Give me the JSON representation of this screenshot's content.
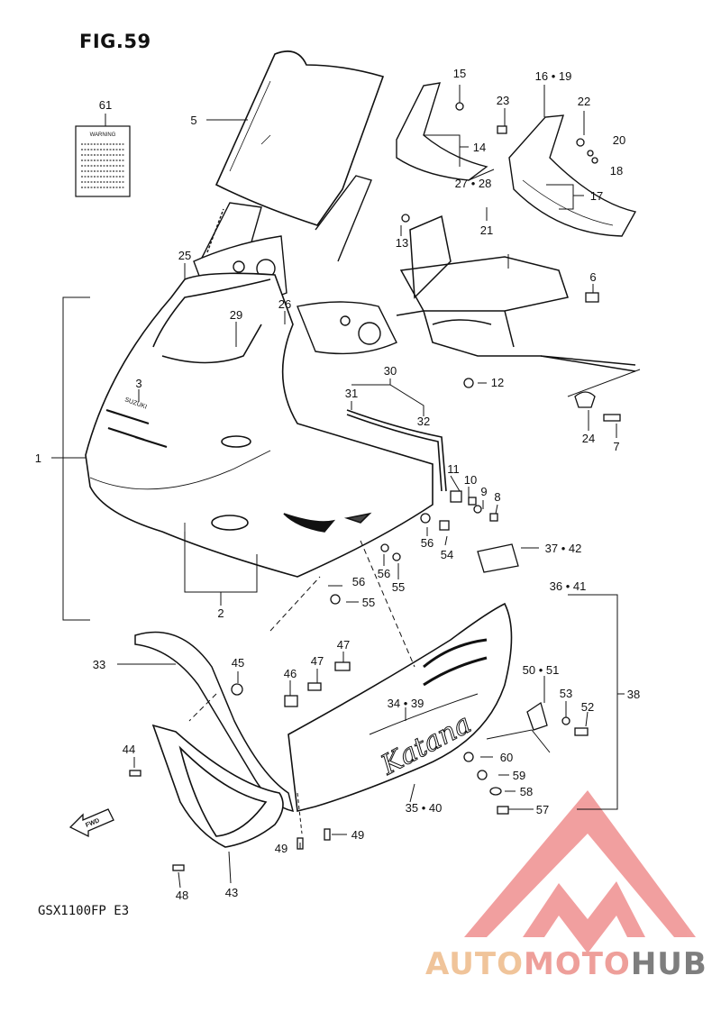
{
  "header": {
    "title": "FIG.59"
  },
  "footer": {
    "model_code": "GSX1100FP  E3"
  },
  "warning_label": {
    "text": "WARNING"
  },
  "part_labels": [
    "1",
    "2",
    "3",
    "5",
    "6",
    "7",
    "8",
    "9",
    "10",
    "11",
    "12",
    "13",
    "14",
    "15",
    "16 • 19",
    "17",
    "18",
    "20",
    "21",
    "22",
    "23",
    "24",
    "25",
    "26",
    "27 • 28",
    "29",
    "30",
    "31",
    "32",
    "33",
    "34 • 39",
    "35 • 40",
    "36 • 41",
    "37 • 42",
    "38",
    "43",
    "44",
    "45",
    "46",
    "47",
    "48",
    "49",
    "50 • 51",
    "52",
    "53",
    "54",
    "55",
    "56",
    "57",
    "58",
    "59",
    "60",
    "61"
  ],
  "fwd_mark": {
    "text": "FWD"
  },
  "cowling_decal": {
    "text": "SUZUKI",
    "script": "Katana"
  },
  "watermark": {
    "part1": "AUTO",
    "part2": "MOTO",
    "part3": "HUB",
    "colors": {
      "auto": "#f0c49a",
      "moto": "#ee9f9a",
      "hub": "#7e7e7e",
      "logo": "#ef8f8f"
    }
  }
}
